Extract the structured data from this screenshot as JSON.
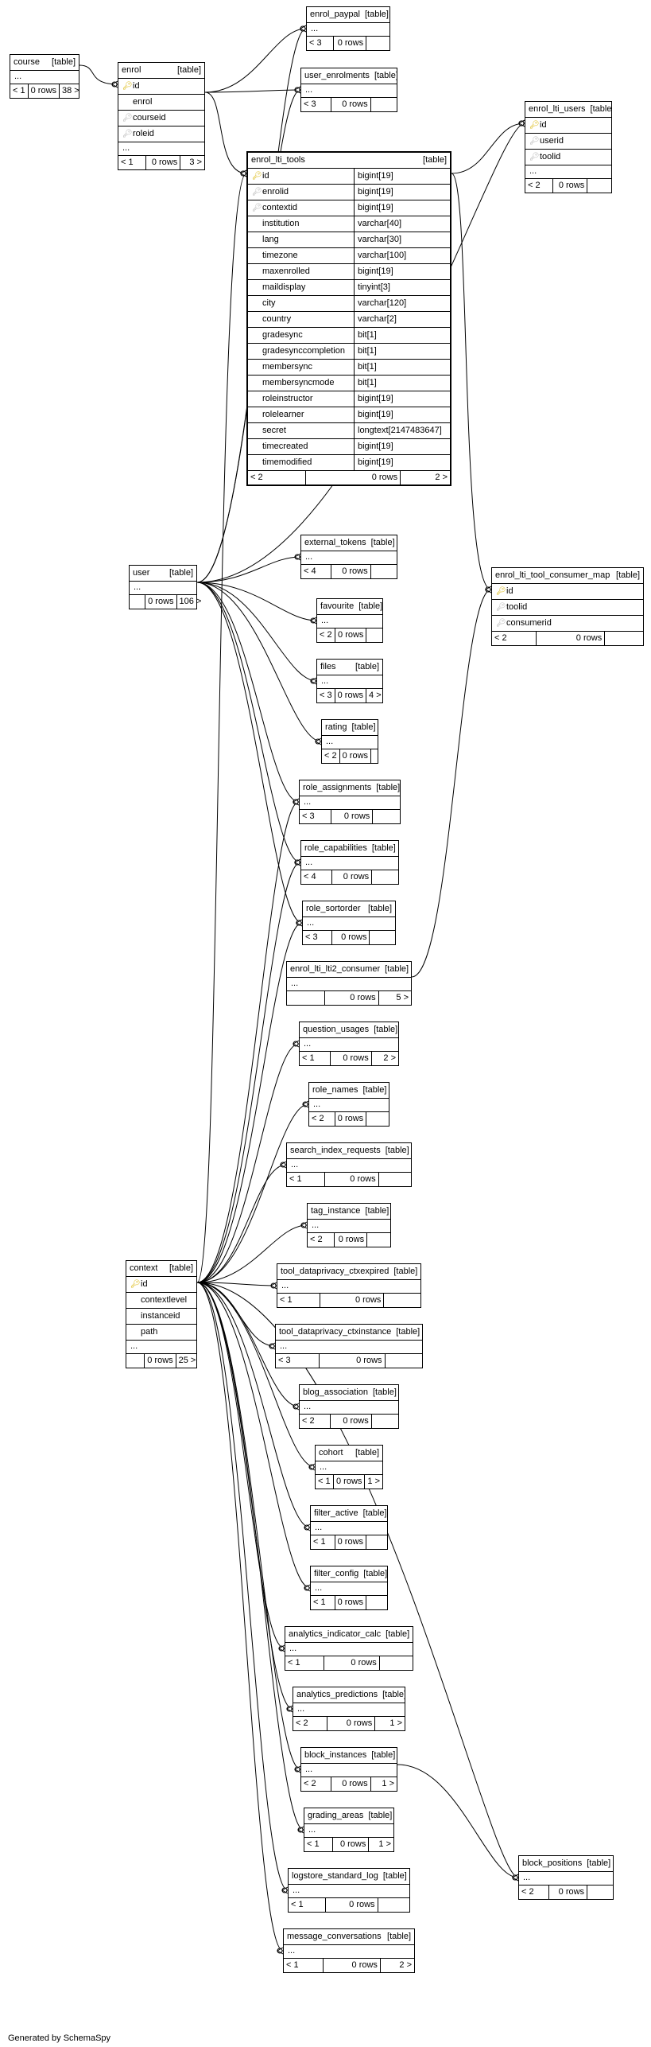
{
  "footer": "Generated by SchemaSpy",
  "tables": [
    {
      "id": "course",
      "name": "course",
      "kind": "[table]",
      "rows": [],
      "ellipsis": "...",
      "footer": [
        "< 1",
        "0 rows",
        "38 >"
      ]
    },
    {
      "id": "enrol",
      "name": "enrol",
      "kind": "[table]",
      "rows": [
        {
          "name": "id",
          "key": "pk"
        },
        {
          "name": "enrol",
          "key": ""
        },
        {
          "name": "courseid",
          "key": "fk"
        },
        {
          "name": "roleid",
          "key": "fk"
        }
      ],
      "ellipsis": "...",
      "footer": [
        "< 1",
        "0 rows",
        "3 >"
      ]
    },
    {
      "id": "enrol_paypal",
      "name": "enrol_paypal",
      "kind": "[table]",
      "rows": [],
      "ellipsis": "...",
      "footer": [
        "< 3",
        "0 rows",
        ""
      ]
    },
    {
      "id": "user_enrolments",
      "name": "user_enrolments",
      "kind": "[table]",
      "rows": [],
      "ellipsis": "...",
      "footer": [
        "< 3",
        "0 rows",
        ""
      ]
    },
    {
      "id": "enrol_lti_users",
      "name": "enrol_lti_users",
      "kind": "[table]",
      "rows": [
        {
          "name": "id",
          "key": "pk"
        },
        {
          "name": "userid",
          "key": "fk"
        },
        {
          "name": "toolid",
          "key": "fk"
        }
      ],
      "ellipsis": "...",
      "footer": [
        "< 2",
        "0 rows",
        ""
      ]
    },
    {
      "id": "enrol_lti_tools",
      "name": "enrol_lti_tools",
      "kind": "[table]",
      "rows": [
        {
          "name": "id",
          "type": "bigint[19]",
          "key": "pk"
        },
        {
          "name": "enrolid",
          "type": "bigint[19]",
          "key": "fk"
        },
        {
          "name": "contextid",
          "type": "bigint[19]",
          "key": "fk"
        },
        {
          "name": "institution",
          "type": "varchar[40]",
          "key": ""
        },
        {
          "name": "lang",
          "type": "varchar[30]",
          "key": ""
        },
        {
          "name": "timezone",
          "type": "varchar[100]",
          "key": ""
        },
        {
          "name": "maxenrolled",
          "type": "bigint[19]",
          "key": ""
        },
        {
          "name": "maildisplay",
          "type": "tinyint[3]",
          "key": ""
        },
        {
          "name": "city",
          "type": "varchar[120]",
          "key": ""
        },
        {
          "name": "country",
          "type": "varchar[2]",
          "key": ""
        },
        {
          "name": "gradesync",
          "type": "bit[1]",
          "key": ""
        },
        {
          "name": "gradesynccompletion",
          "type": "bit[1]",
          "key": ""
        },
        {
          "name": "membersync",
          "type": "bit[1]",
          "key": ""
        },
        {
          "name": "membersyncmode",
          "type": "bit[1]",
          "key": ""
        },
        {
          "name": "roleinstructor",
          "type": "bigint[19]",
          "key": ""
        },
        {
          "name": "rolelearner",
          "type": "bigint[19]",
          "key": ""
        },
        {
          "name": "secret",
          "type": "longtext[2147483647]",
          "key": ""
        },
        {
          "name": "timecreated",
          "type": "bigint[19]",
          "key": ""
        },
        {
          "name": "timemodified",
          "type": "bigint[19]",
          "key": ""
        }
      ],
      "ellipsis": "",
      "footer": [
        "< 2",
        "0 rows",
        "2 >"
      ]
    },
    {
      "id": "user",
      "name": "user",
      "kind": "[table]",
      "rows": [],
      "ellipsis": "...",
      "footer": [
        "",
        "0 rows",
        "106 >"
      ]
    },
    {
      "id": "external_tokens",
      "name": "external_tokens",
      "kind": "[table]",
      "rows": [],
      "ellipsis": "...",
      "footer": [
        "< 4",
        "0 rows",
        ""
      ]
    },
    {
      "id": "favourite",
      "name": "favourite",
      "kind": "[table]",
      "rows": [],
      "ellipsis": "...",
      "footer": [
        "< 2",
        "0 rows",
        ""
      ]
    },
    {
      "id": "files",
      "name": "files",
      "kind": "[table]",
      "rows": [],
      "ellipsis": "...",
      "footer": [
        "< 3",
        "0 rows",
        "4 >"
      ]
    },
    {
      "id": "rating",
      "name": "rating",
      "kind": "[table]",
      "rows": [],
      "ellipsis": "...",
      "footer": [
        "< 2",
        "0 rows",
        ""
      ]
    },
    {
      "id": "role_assignments",
      "name": "role_assignments",
      "kind": "[table]",
      "rows": [],
      "ellipsis": "...",
      "footer": [
        "< 3",
        "0 rows",
        ""
      ]
    },
    {
      "id": "role_capabilities",
      "name": "role_capabilities",
      "kind": "[table]",
      "rows": [],
      "ellipsis": "...",
      "footer": [
        "< 4",
        "0 rows",
        ""
      ]
    },
    {
      "id": "role_sortorder",
      "name": "role_sortorder",
      "kind": "[table]",
      "rows": [],
      "ellipsis": "...",
      "footer": [
        "< 3",
        "0 rows",
        ""
      ]
    },
    {
      "id": "enrol_lti_tool_consumer_map",
      "name": "enrol_lti_tool_consumer_map",
      "kind": "[table]",
      "rows": [
        {
          "name": "id",
          "key": "pk"
        },
        {
          "name": "toolid",
          "key": "fk"
        },
        {
          "name": "consumerid",
          "key": "fk"
        }
      ],
      "ellipsis": "",
      "footer": [
        "< 2",
        "0 rows",
        ""
      ]
    },
    {
      "id": "enrol_lti_lti2_consumer",
      "name": "enrol_lti_lti2_consumer",
      "kind": "[table]",
      "rows": [],
      "ellipsis": "...",
      "footer": [
        "",
        "0 rows",
        "5 >"
      ]
    },
    {
      "id": "question_usages",
      "name": "question_usages",
      "kind": "[table]",
      "rows": [],
      "ellipsis": "...",
      "footer": [
        "< 1",
        "0 rows",
        "2 >"
      ]
    },
    {
      "id": "role_names",
      "name": "role_names",
      "kind": "[table]",
      "rows": [],
      "ellipsis": "...",
      "footer": [
        "< 2",
        "0 rows",
        ""
      ]
    },
    {
      "id": "search_index_requests",
      "name": "search_index_requests",
      "kind": "[table]",
      "rows": [],
      "ellipsis": "...",
      "footer": [
        "< 1",
        "0 rows",
        ""
      ]
    },
    {
      "id": "tag_instance",
      "name": "tag_instance",
      "kind": "[table]",
      "rows": [],
      "ellipsis": "...",
      "footer": [
        "< 2",
        "0 rows",
        ""
      ]
    },
    {
      "id": "context",
      "name": "context",
      "kind": "[table]",
      "rows": [
        {
          "name": "id",
          "key": "pk"
        },
        {
          "name": "contextlevel",
          "key": "ind"
        },
        {
          "name": "instanceid",
          "key": "ind"
        },
        {
          "name": "path",
          "key": "ind"
        }
      ],
      "ellipsis": "...",
      "footer": [
        "",
        "0 rows",
        "25 >"
      ]
    },
    {
      "id": "tool_dataprivacy_ctxexpired",
      "name": "tool_dataprivacy_ctxexpired",
      "kind": "[table]",
      "rows": [],
      "ellipsis": "...",
      "footer": [
        "< 1",
        "0 rows",
        ""
      ]
    },
    {
      "id": "tool_dataprivacy_ctxinstance",
      "name": "tool_dataprivacy_ctxinstance",
      "kind": "[table]",
      "rows": [],
      "ellipsis": "...",
      "footer": [
        "< 3",
        "0 rows",
        ""
      ]
    },
    {
      "id": "blog_association",
      "name": "blog_association",
      "kind": "[table]",
      "rows": [],
      "ellipsis": "...",
      "footer": [
        "< 2",
        "0 rows",
        ""
      ]
    },
    {
      "id": "cohort",
      "name": "cohort",
      "kind": "[table]",
      "rows": [],
      "ellipsis": "...",
      "footer": [
        "< 1",
        "0 rows",
        "1 >"
      ]
    },
    {
      "id": "filter_active",
      "name": "filter_active",
      "kind": "[table]",
      "rows": [],
      "ellipsis": "...",
      "footer": [
        "< 1",
        "0 rows",
        ""
      ]
    },
    {
      "id": "filter_config",
      "name": "filter_config",
      "kind": "[table]",
      "rows": [],
      "ellipsis": "...",
      "footer": [
        "< 1",
        "0 rows",
        ""
      ]
    },
    {
      "id": "analytics_indicator_calc",
      "name": "analytics_indicator_calc",
      "kind": "[table]",
      "rows": [],
      "ellipsis": "...",
      "footer": [
        "< 1",
        "0 rows",
        ""
      ]
    },
    {
      "id": "analytics_predictions",
      "name": "analytics_predictions",
      "kind": "[table]",
      "rows": [],
      "ellipsis": "...",
      "footer": [
        "< 2",
        "0 rows",
        "1 >"
      ]
    },
    {
      "id": "block_instances",
      "name": "block_instances",
      "kind": "[table]",
      "rows": [],
      "ellipsis": "...",
      "footer": [
        "< 2",
        "0 rows",
        "1 >"
      ]
    },
    {
      "id": "block_positions",
      "name": "block_positions",
      "kind": "[table]",
      "rows": [],
      "ellipsis": "...",
      "footer": [
        "< 2",
        "0 rows",
        ""
      ]
    },
    {
      "id": "grading_areas",
      "name": "grading_areas",
      "kind": "[table]",
      "rows": [],
      "ellipsis": "...",
      "footer": [
        "< 1",
        "0 rows",
        "1 >"
      ]
    },
    {
      "id": "logstore_standard_log",
      "name": "logstore_standard_log",
      "kind": "[table]",
      "rows": [],
      "ellipsis": "...",
      "footer": [
        "< 1",
        "0 rows",
        ""
      ]
    },
    {
      "id": "message_conversations",
      "name": "message_conversations",
      "kind": "[table]",
      "rows": [],
      "ellipsis": "...",
      "footer": [
        "< 1",
        "0 rows",
        "2 >"
      ]
    }
  ]
}
